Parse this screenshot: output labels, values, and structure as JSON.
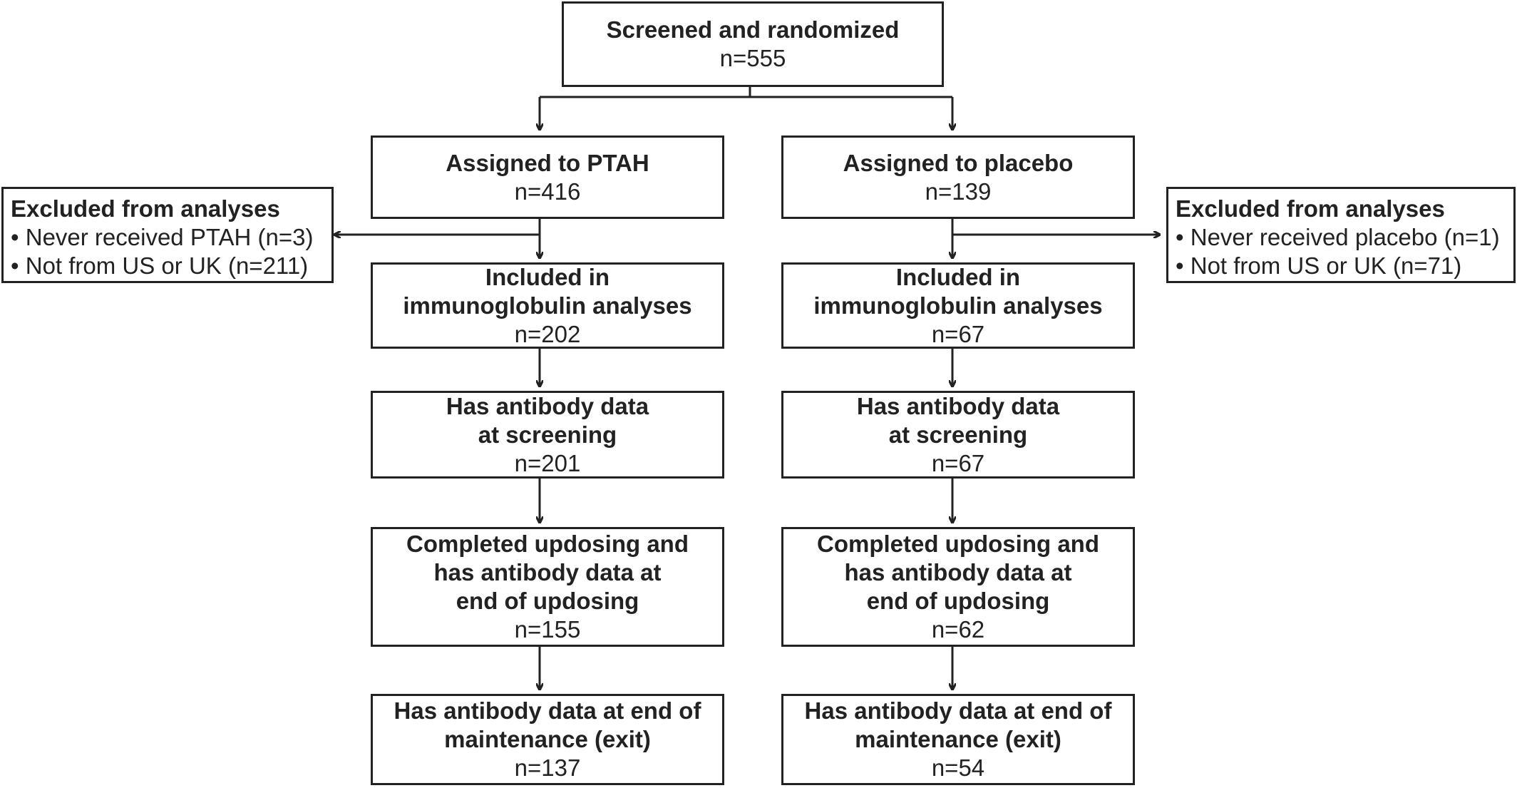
{
  "flow": {
    "top": {
      "title": "Screened and randomized",
      "count": "n=555"
    },
    "left": {
      "assigned": {
        "title": "Assigned to PTAH",
        "count": "n=416"
      },
      "included": {
        "title_1": "Included in",
        "title_2": "immunoglobulin analyses",
        "count": "n=202"
      },
      "screening": {
        "title_1": "Has antibody data",
        "title_2": "at screening",
        "count": "n=201"
      },
      "updosing": {
        "title_1": "Completed updosing and",
        "title_2": "has antibody data at",
        "title_3": "end of updosing",
        "count": "n=155"
      },
      "exit": {
        "title_1": "Has antibody data at end of",
        "title_2": "maintenance (exit)",
        "count": "n=137"
      }
    },
    "right": {
      "assigned": {
        "title": "Assigned to placebo",
        "count": "n=139"
      },
      "included": {
        "title_1": "Included in",
        "title_2": "immunoglobulin analyses",
        "count": "n=67"
      },
      "screening": {
        "title_1": "Has antibody data",
        "title_2": "at screening",
        "count": "n=67"
      },
      "updosing": {
        "title_1": "Completed updosing and",
        "title_2": "has antibody data at",
        "title_3": "end of updosing",
        "count": "n=62"
      },
      "exit": {
        "title_1": "Has antibody data at end of",
        "title_2": "maintenance (exit)",
        "count": "n=54"
      }
    },
    "excluded_left": {
      "title": "Excluded from analyses",
      "items": [
        "Never received PTAH (n=3)",
        "Not from US or UK (n=211)"
      ]
    },
    "excluded_right": {
      "title": "Excluded from analyses",
      "items": [
        "Never received placebo (n=1)",
        "Not from US or UK (n=71)"
      ]
    }
  }
}
